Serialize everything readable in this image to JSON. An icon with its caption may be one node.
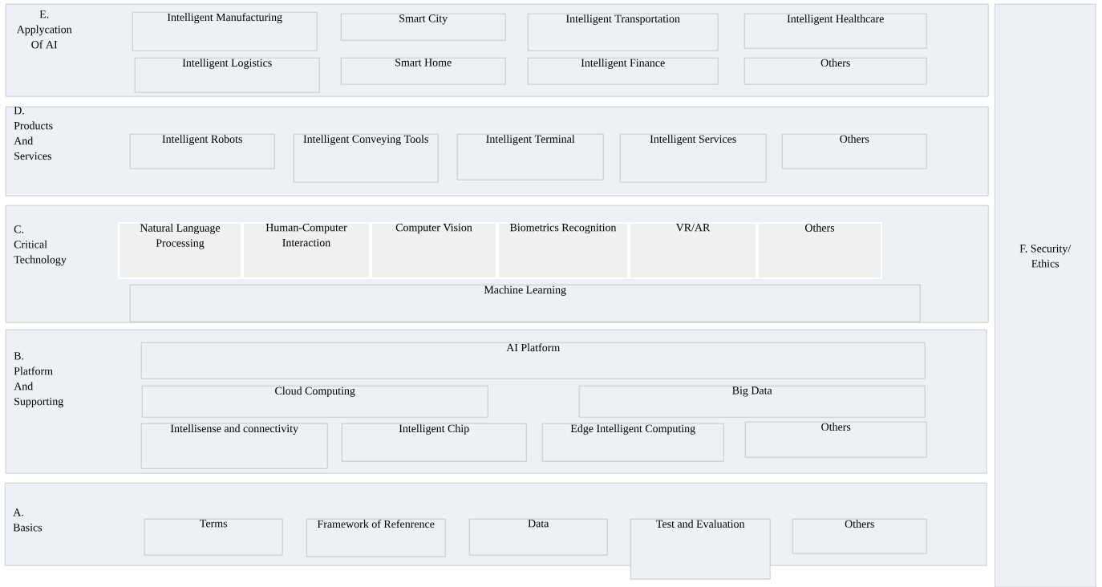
{
  "diagram": {
    "nodes": [
      {
        "text": [
          "E. Applycation Of AI"
        ]
      },
      {
        "text": [
          "Intelligent Manufacturing"
        ],
        "in": 0
      },
      {
        "text": [
          "Smart City"
        ],
        "in": 0
      },
      {
        "text": [
          "Intelligent Transportation"
        ],
        "in": 0
      },
      {
        "text": [
          "Intelligent Healthcare"
        ],
        "in": 0
      },
      {
        "text": [
          "Intelligent Logistics"
        ],
        "in": 0
      },
      {
        "text": [
          "Smart Home"
        ],
        "in": 0
      },
      {
        "text": [
          "Intelligent Finance"
        ],
        "in": 0
      },
      {
        "text": [
          "Others"
        ],
        "in": 0
      },
      {
        "text": [
          "D. Products And Services"
        ]
      },
      {
        "text": [
          "Intelligent Robots"
        ],
        "in": 9
      },
      {
        "text": [
          "Intelligent Conveying Tools"
        ],
        "in": 9
      },
      {
        "text": [
          "Intelligent Terminal"
        ],
        "in": 9
      },
      {
        "text": [
          "Intelligent Services"
        ],
        "in": 9
      },
      {
        "text": [
          "Others"
        ],
        "in": 9
      },
      {
        "text": [
          "C. Critical Technology"
        ]
      },
      {
        "text": [
          "Natural Language Processing"
        ],
        "in": 15
      },
      {
        "text": [
          "Human-Computer Interaction"
        ],
        "in": 15
      },
      {
        "text": [
          "Computer Vision"
        ],
        "in": 15
      },
      {
        "text": [
          "Biometrics Recognition"
        ],
        "in": 15
      },
      {
        "text": [
          "VR/AR"
        ],
        "in": 15
      },
      {
        "text": [
          "Others"
        ],
        "in": 15
      },
      {
        "text": [
          "Machine Learning"
        ],
        "in": 15
      },
      {
        "text": [
          "B. Platform And Supporting"
        ]
      },
      {
        "text": [
          "AI Platform"
        ],
        "in": 23
      },
      {
        "text": [
          "Cloud Computing"
        ],
        "in": 23
      },
      {
        "text": [
          "Big Data"
        ],
        "in": 23
      },
      {
        "text": [
          "Intellisense and connectivity"
        ],
        "in": 23
      },
      {
        "text": [
          "Intelligent Chip"
        ],
        "in": 23
      },
      {
        "text": [
          "Edge Intelligent Computing"
        ],
        "in": 23
      },
      {
        "text": [
          "Others"
        ],
        "in": 23
      },
      {
        "text": [
          "A. Basics"
        ]
      },
      {
        "text": [
          "Terms"
        ],
        "in": 31
      },
      {
        "text": [
          "Framework of Refenrence"
        ],
        "in": 31
      },
      {
        "text": [
          "Data"
        ],
        "in": 31
      },
      {
        "text": [
          "Test and Evaluation"
        ]
      },
      {
        "text": [
          "Others"
        ],
        "in": 31
      },
      {
        "text": [
          "F. Security/ Ethics"
        ]
      }
    ]
  }
}
